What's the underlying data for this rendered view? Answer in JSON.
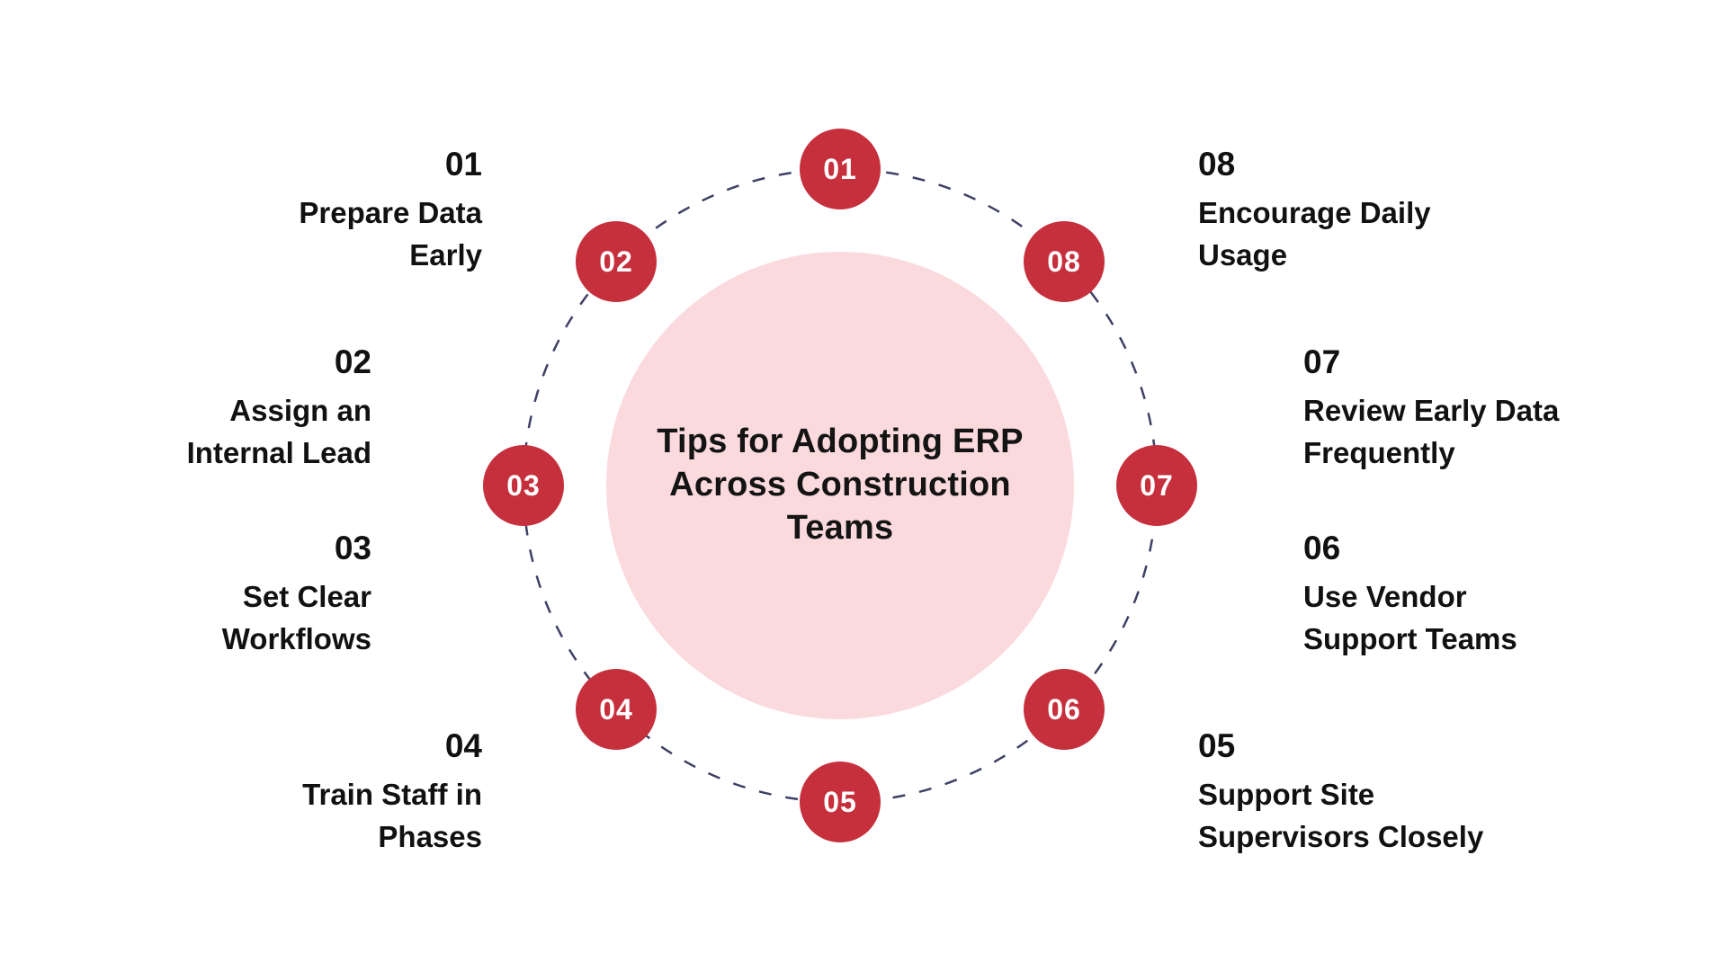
{
  "title": "Tips for Adopting ERP\nAcross Construction\nTeams",
  "steps": [
    {
      "number": "01",
      "label": "Prepare Data\nEarly"
    },
    {
      "number": "02",
      "label": "Assign an\nInternal Lead"
    },
    {
      "number": "03",
      "label": "Set Clear\nWorkflows"
    },
    {
      "number": "04",
      "label": "Train Staff in\nPhases"
    },
    {
      "number": "05",
      "label": "Support Site\nSupervisors Closely"
    },
    {
      "number": "06",
      "label": "Use Vendor\nSupport Teams"
    },
    {
      "number": "07",
      "label": "Review Early Data\nFrequently"
    },
    {
      "number": "08",
      "label": "Encourage Daily\nUsage"
    }
  ],
  "colors": {
    "node_red": "#C62F3C",
    "center_pink": "#FBDADE",
    "ring_dash": "#3E4066",
    "text_black": "#111111",
    "node_text": "#FFFFFF"
  }
}
